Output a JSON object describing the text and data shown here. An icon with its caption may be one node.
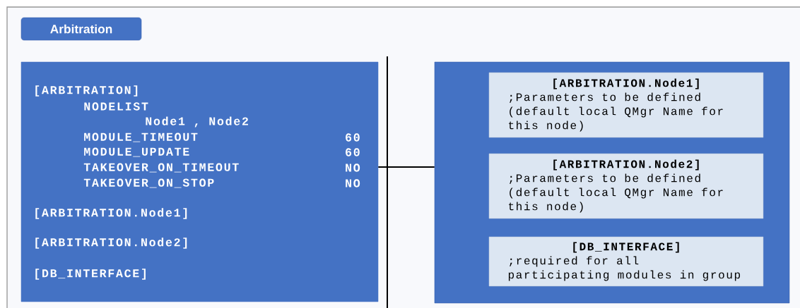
{
  "diagram": {
    "title": "Arbitration",
    "nodes": [
      {
        "text": [
          "[ARBITRATION]",
          "NODELIST",
          "Node1 , Node2",
          "MODULE_TIMEOUT",
          "60",
          "MODULE_UPDATE",
          "60",
          "TAKEOVER_ON_TIMEOUT",
          "NO",
          "TAKEOVER_ON_STOP",
          "NO",
          "[ARBITRATION.Node1]",
          "[ARBITRATION.Node2]",
          "[DB_INTERFACE]"
        ]
      },
      {
        "text": [],
        "shape": "box"
      },
      {
        "text": [
          "[ARBITRATION.Node1]",
          ";Parameters to be defined (default local QMgr Name for this node)"
        ],
        "in": 1
      },
      {
        "text": [
          "[ARBITRATION.Node2]",
          ";Parameters to be defined (default local QMgr Name for this node)"
        ],
        "in": 1
      },
      {
        "text": [
          "[DB_INTERFACE]",
          ";required for all participating modules in group"
        ],
        "in": 1
      }
    ],
    "edges": [
      {
        "from": 0,
        "to": 1,
        "arrow": "none"
      }
    ]
  }
}
